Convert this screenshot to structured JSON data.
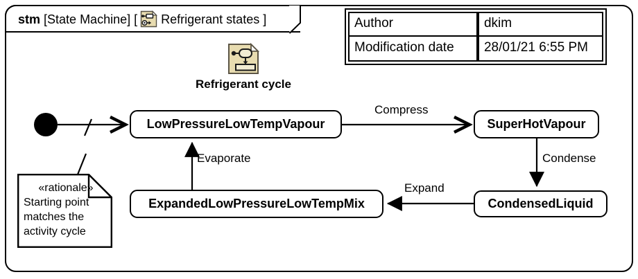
{
  "frame": {
    "keyword": "stm",
    "type_label": "[State Machine]",
    "open_bracket": "[",
    "diagram_name": "Refrigerant states",
    "close_bracket": "]",
    "icon": "state-machine-icon"
  },
  "metadata": {
    "rows": [
      {
        "key": "Author",
        "value": "dkim"
      },
      {
        "key": "Modification date",
        "value": "28/01/21 6:55 PM"
      }
    ]
  },
  "activity_reference": {
    "label": "Refrigerant cycle",
    "icon": "activity-diagram-icon"
  },
  "states": [
    {
      "id": "lplt",
      "label": "LowPressureLowTempVapour"
    },
    {
      "id": "shv",
      "label": "SuperHotVapour"
    },
    {
      "id": "cl",
      "label": "CondensedLiquid"
    },
    {
      "id": "elpl",
      "label": "ExpandedLowPressureLowTempMix"
    }
  ],
  "initial_state": {
    "name": "initial-pseudostate"
  },
  "transitions": [
    {
      "id": "compress",
      "label": "Compress",
      "from": "LowPressureLowTempVapour",
      "to": "SuperHotVapour"
    },
    {
      "id": "condense",
      "label": "Condense",
      "from": "SuperHotVapour",
      "to": "CondensedLiquid"
    },
    {
      "id": "expand",
      "label": "Expand",
      "from": "CondensedLiquid",
      "to": "ExpandedLowPressureLowTempMix"
    },
    {
      "id": "evaporate",
      "label": "Evaporate",
      "from": "ExpandedLowPressureLowTempMix",
      "to": "LowPressureLowTempVapour"
    }
  ],
  "note": {
    "stereotype": "«rationale»",
    "lines": [
      "Starting point",
      "matches the",
      "activity cycle"
    ]
  },
  "colors": {
    "line": "#000000",
    "background": "#ffffff",
    "icon_fill": "#e8dcb0",
    "icon_fold": "#ffffff"
  }
}
